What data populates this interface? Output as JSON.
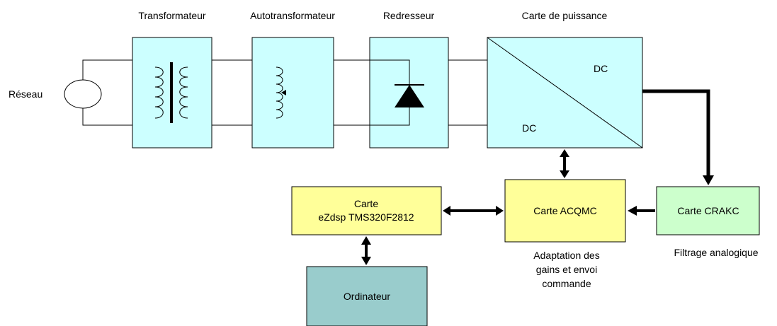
{
  "labels": {
    "reseau": "Réseau",
    "transformateur": "Transformateur",
    "autotransformateur": "Autotransformateur",
    "redresseur": "Redresseur",
    "carte_puissance": "Carte de puissance",
    "dc_top": "DC",
    "dc_bottom": "DC",
    "carte_ezdsp_line1": "Carte",
    "carte_ezdsp_line2": "eZdsp TMS320F2812",
    "carte_acqmc": "Carte ACQMC",
    "carte_crakc": "Carte CRAKC",
    "ordinateur": "Ordinateur",
    "adaptation_line1": "Adaptation des",
    "adaptation_line2": "gains et envoi",
    "adaptation_line3": "commande",
    "filtrage": "Filtrage analogique"
  },
  "colors": {
    "power_block": "#ccffff",
    "control_block": "#ffff99",
    "filter_block": "#ccffcc",
    "computer_block": "#99cccc",
    "line": "#000000"
  }
}
